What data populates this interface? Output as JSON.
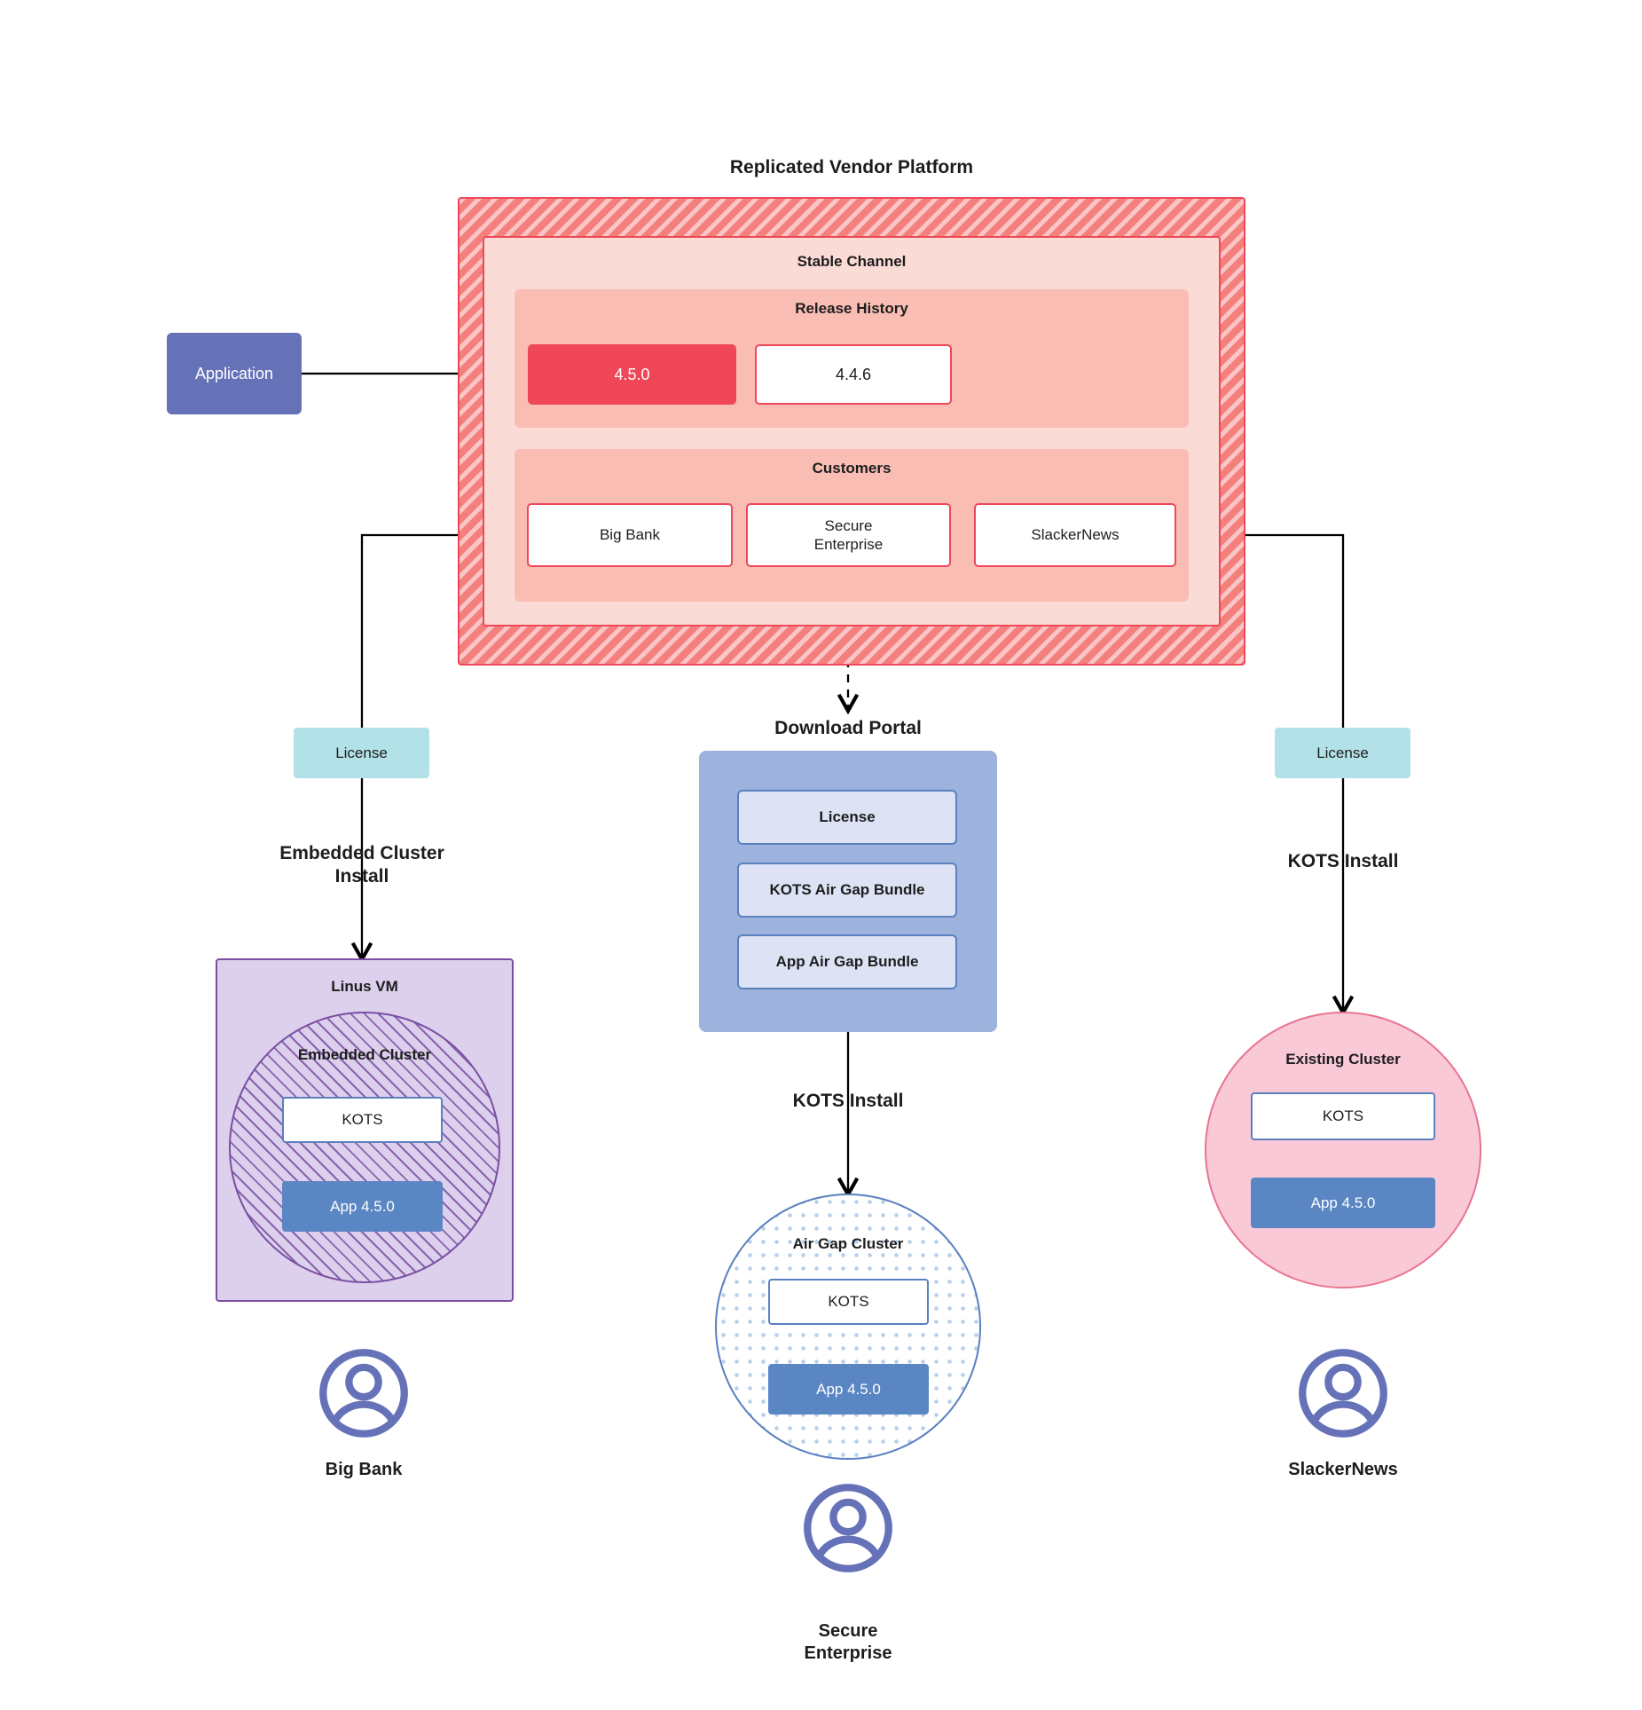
{
  "platform": {
    "title": "Replicated Vendor Platform",
    "channel_title": "Stable Channel",
    "release_history": {
      "title": "Release History",
      "releases": [
        {
          "version": "4.5.0",
          "state": "active"
        },
        {
          "version": "4.4.6",
          "state": "idle"
        }
      ]
    },
    "customers": {
      "title": "Customers",
      "items": [
        {
          "name": "Big Bank"
        },
        {
          "name": "Secure\nEnterprise"
        },
        {
          "name": "SlackerNews"
        }
      ]
    }
  },
  "application_node": {
    "label": "Application"
  },
  "licenses": {
    "left_label": "License",
    "right_label": "License"
  },
  "download_portal": {
    "title": "Download  Portal",
    "items": [
      {
        "label": "License"
      },
      {
        "label": "KOTS Air Gap Bundle"
      },
      {
        "label": "App Air Gap Bundle"
      }
    ]
  },
  "edges": {
    "left_install": "Embedded Cluster\nInstall",
    "center_install": "KOTS Install",
    "right_install": "KOTS Install"
  },
  "left_branch": {
    "vm_title": "Linus VM",
    "cluster_title": "Embedded Cluster",
    "kots_label": "KOTS",
    "app_label": "App 4.5.0",
    "persona": "Big Bank",
    "persona_icon": "user-avatar-icon"
  },
  "center_branch": {
    "cluster_title": "Air Gap Cluster",
    "kots_label": "KOTS",
    "app_label": "App 4.5.0",
    "persona": "Secure\nEnterprise",
    "persona_icon": "user-avatar-icon"
  },
  "right_branch": {
    "cluster_title": "Existing Cluster",
    "kots_label": "KOTS",
    "app_label": "App 4.5.0",
    "persona": "SlackerNews",
    "persona_icon": "user-avatar-icon"
  },
  "colors": {
    "platform_hatch": "#f4807e",
    "platform_border": "#ef4758",
    "channel_fill": "#fbdbd6",
    "band_fill": "#f9bdb4",
    "release_active": "#ef4758",
    "application_fill": "#6572b8",
    "license_fill": "#b3e1e8",
    "portal_fill": "#9db3dd",
    "portal_item_fill": "#dde3f5",
    "vm_fill": "#dcd0ec",
    "vm_border": "#7a4fa3",
    "airgap_border": "#5a80c0",
    "existing_fill": "#fac9d7",
    "existing_border": "#e8748f",
    "app_version_fill": "#5a86c4",
    "persona_icon": "#6572b8"
  }
}
